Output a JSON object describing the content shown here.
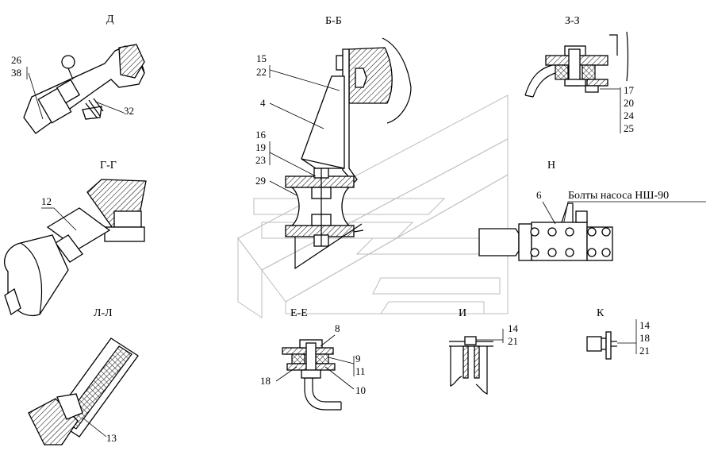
{
  "views": {
    "d": "Д",
    "bb": "Б-Б",
    "zz": "З-З",
    "gg": "Г-Г",
    "n": "Н",
    "ll": "Л-Л",
    "ee": "Е-Е",
    "i": "И",
    "k": "К"
  },
  "note": "Болты насоса НШ-90",
  "callouts": {
    "d_top": "26",
    "d_bottom": "38",
    "d_right": "32",
    "bb_15": "15",
    "bb_22": "22",
    "bb_4": "4",
    "bb_16": "16",
    "bb_19": "19",
    "bb_23": "23",
    "bb_29": "29",
    "zz_17": "17",
    "zz_20": "20",
    "zz_24": "24",
    "zz_25": "25",
    "gg_12": "12",
    "n_6": "6",
    "ll_13": "13",
    "ee_8": "8",
    "ee_9": "9",
    "ee_11": "11",
    "ee_18": "18",
    "ee_10": "10",
    "i_14": "14",
    "i_21": "21",
    "k_14": "14",
    "k_18": "18",
    "k_21": "21"
  }
}
